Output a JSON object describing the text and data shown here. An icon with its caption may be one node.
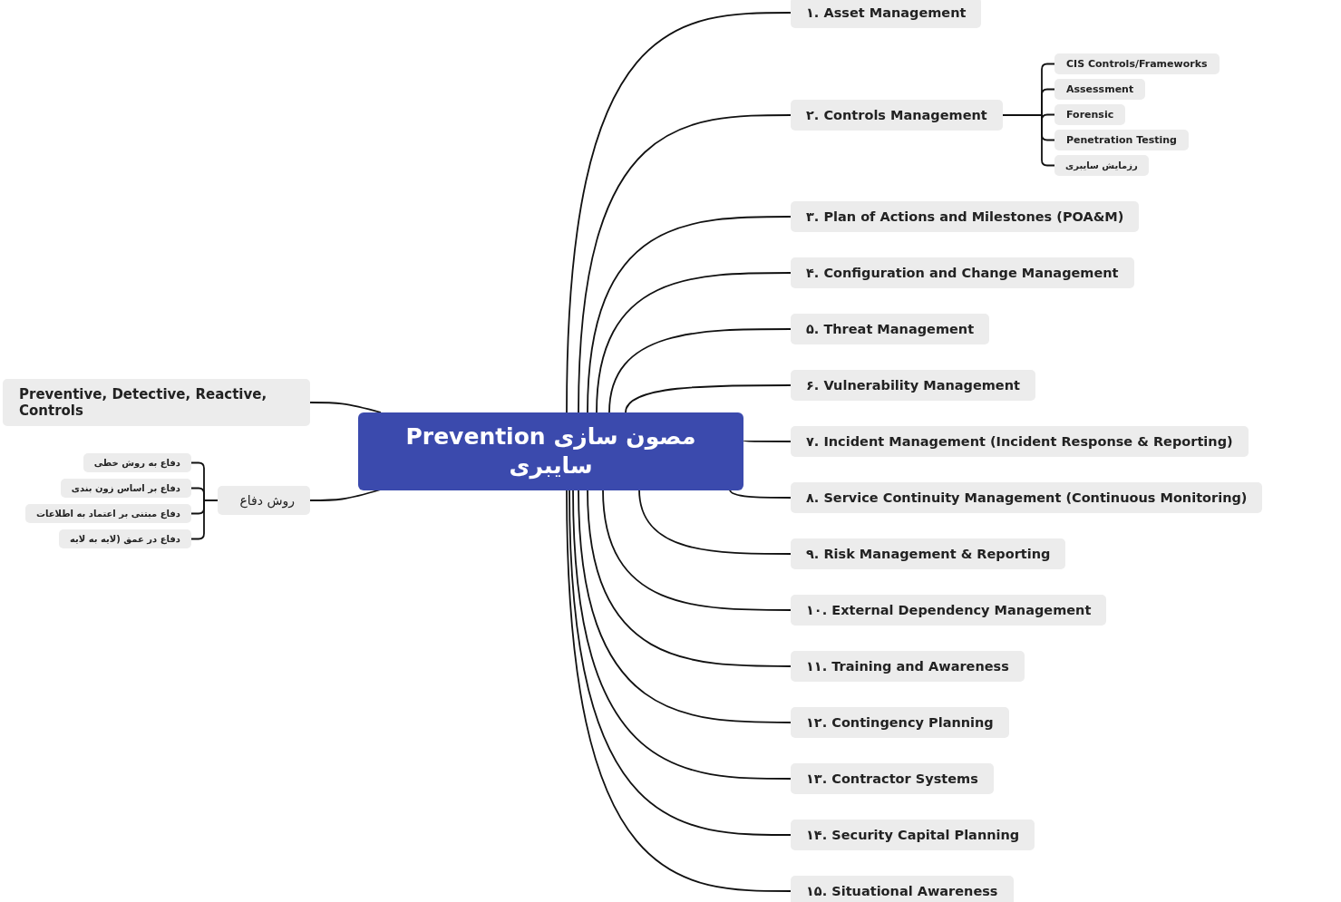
{
  "diagram": {
    "nodes": [
      {
        "text": [
          "مصون سازی Prevention سایبری"
        ]
      },
      {
        "text": [
          "Preventive, Detective, Reactive, Controls"
        ]
      },
      {
        "text": [
          "روش دفاع"
        ]
      },
      {
        "text": [
          "دفاع به روش خطی"
        ]
      },
      {
        "text": [
          "دفاع بر اساس زون بندی"
        ]
      },
      {
        "text": [
          "دفاع مبتنی بر اعتماد به اطلاعات"
        ]
      },
      {
        "text": [
          "دفاع در عمق (لایه به لایه"
        ]
      },
      {
        "text": [
          "۱. Asset Management"
        ]
      },
      {
        "text": [
          "۲. Controls Management"
        ]
      },
      {
        "text": [
          "۳. Plan of Actions and Milestones (POA&M)"
        ]
      },
      {
        "text": [
          "۴. Configuration and Change Management"
        ]
      },
      {
        "text": [
          "۵. Threat Management"
        ]
      },
      {
        "text": [
          "۶. Vulnerability Management"
        ]
      },
      {
        "text": [
          "۷. Incident Management (Incident Response & Reporting)"
        ]
      },
      {
        "text": [
          "۸. Service Continuity Management (Continuous Monitoring)"
        ]
      },
      {
        "text": [
          "۹. Risk Management & Reporting"
        ]
      },
      {
        "text": [
          "۱۰. External Dependency Management"
        ]
      },
      {
        "text": [
          "۱۱. Training and Awareness"
        ]
      },
      {
        "text": [
          "۱۲. Contingency Planning"
        ]
      },
      {
        "text": [
          "۱۳. Contractor Systems"
        ]
      },
      {
        "text": [
          "۱۴. Security Capital Planning"
        ]
      },
      {
        "text": [
          "۱۵. Situational Awareness"
        ]
      },
      {
        "text": [
          "CIS Controls/Frameworks"
        ]
      },
      {
        "text": [
          "Assessment"
        ]
      },
      {
        "text": [
          "Forensic"
        ]
      },
      {
        "text": [
          "Penetration Testing"
        ]
      },
      {
        "text": [
          "رزمایش سایبری"
        ]
      }
    ],
    "edges": [
      {
        "from": 0,
        "to": 1,
        "arrow": "none"
      },
      {
        "from": 0,
        "to": 2,
        "arrow": "none"
      },
      {
        "from": 2,
        "to": 3,
        "arrow": "none"
      },
      {
        "from": 2,
        "to": 4,
        "arrow": "none"
      },
      {
        "from": 2,
        "to": 5,
        "arrow": "none"
      },
      {
        "from": 2,
        "to": 6,
        "arrow": "none"
      },
      {
        "from": 0,
        "to": 7,
        "arrow": "none"
      },
      {
        "from": 0,
        "to": 8,
        "arrow": "none"
      },
      {
        "from": 0,
        "to": 9,
        "arrow": "none"
      },
      {
        "from": 0,
        "to": 10,
        "arrow": "none"
      },
      {
        "from": 0,
        "to": 11,
        "arrow": "none"
      },
      {
        "from": 0,
        "to": 12,
        "arrow": "none"
      },
      {
        "from": 0,
        "to": 13,
        "arrow": "none"
      },
      {
        "from": 0,
        "to": 14,
        "arrow": "none"
      },
      {
        "from": 0,
        "to": 15,
        "arrow": "none"
      },
      {
        "from": 0,
        "to": 16,
        "arrow": "none"
      },
      {
        "from": 0,
        "to": 17,
        "arrow": "none"
      },
      {
        "from": 0,
        "to": 18,
        "arrow": "none"
      },
      {
        "from": 0,
        "to": 19,
        "arrow": "none"
      },
      {
        "from": 0,
        "to": 20,
        "arrow": "none"
      },
      {
        "from": 0,
        "to": 21,
        "arrow": "none"
      },
      {
        "from": 8,
        "to": 22,
        "arrow": "none"
      },
      {
        "from": 8,
        "to": 23,
        "arrow": "none"
      },
      {
        "from": 8,
        "to": 24,
        "arrow": "none"
      },
      {
        "from": 8,
        "to": 25,
        "arrow": "none"
      },
      {
        "from": 8,
        "to": 26,
        "arrow": "none"
      }
    ]
  }
}
